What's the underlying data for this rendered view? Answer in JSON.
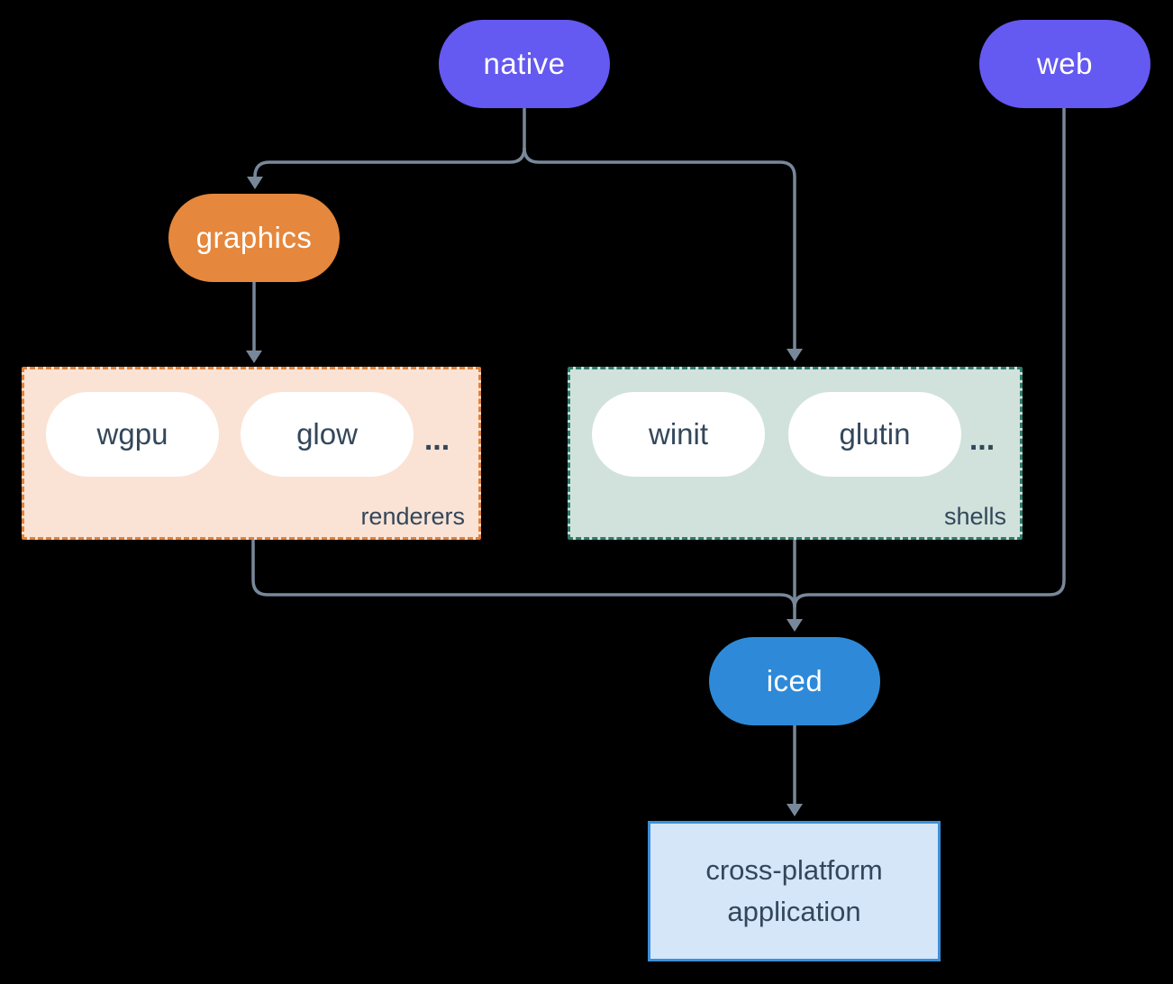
{
  "diagram": {
    "background": "#000000",
    "connector_color": "#78889B",
    "nodes": {
      "native": {
        "label": "native",
        "fill": "#6459F0",
        "text_color": "#FFFFFF"
      },
      "web": {
        "label": "web",
        "fill": "#6459F0",
        "text_color": "#FFFFFF"
      },
      "graphics": {
        "label": "graphics",
        "fill": "#E5873C",
        "text_color": "#FFFFFF"
      },
      "wgpu": {
        "label": "wgpu",
        "fill": "#FFFFFF",
        "text_color": "#33475B"
      },
      "glow": {
        "label": "glow",
        "fill": "#FFFFFF",
        "text_color": "#33475B"
      },
      "winit": {
        "label": "winit",
        "fill": "#FFFFFF",
        "text_color": "#33475B"
      },
      "glutin": {
        "label": "glutin",
        "fill": "#FFFFFF",
        "text_color": "#33475B"
      },
      "iced": {
        "label": "iced",
        "fill": "#2E8AD8",
        "text_color": "#FFFFFF"
      },
      "application": {
        "label_line1": "cross-platform",
        "label_line2": "application",
        "fill": "#D4E6F8",
        "border": "#3E8ED9",
        "text_color": "#33475B"
      }
    },
    "groups": {
      "renderers": {
        "label": "renderers",
        "more": "...",
        "fill": "#FAE3D5",
        "border": "#E0823A"
      },
      "shells": {
        "label": "shells",
        "more": "...",
        "fill": "#D0E2DB",
        "border": "#2E7D6E"
      }
    },
    "edges": [
      {
        "from": "native",
        "to": "graphics"
      },
      {
        "from": "native",
        "to": "shells"
      },
      {
        "from": "graphics",
        "to": "renderers"
      },
      {
        "from": "renderers",
        "to": "iced"
      },
      {
        "from": "shells",
        "to": "iced"
      },
      {
        "from": "web",
        "to": "iced"
      },
      {
        "from": "iced",
        "to": "application"
      }
    ]
  }
}
